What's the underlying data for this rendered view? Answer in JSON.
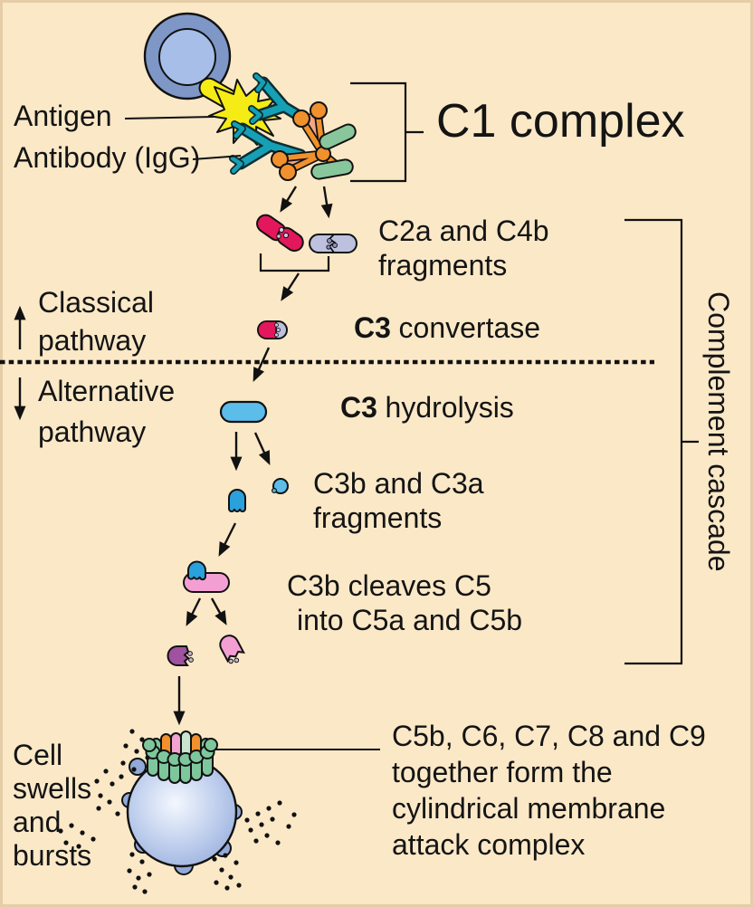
{
  "figure": "Complement cascade immune diagram",
  "colors": {
    "background": "#FAE8C7",
    "ink": "#111111",
    "host_cell_outer": "#7E97C7",
    "host_cell_inner": "#A6BEE8",
    "antigen_yellow": "#F6EC15",
    "antibody_teal": "#15A0B5",
    "c1q_orange": "#F0912D",
    "c1_salmon": "#F2A687",
    "c1_green_capsule": "#88C79B",
    "c2a_crimson": "#E3175B",
    "c4b_lavender": "#BDC1DF",
    "c3_blue": "#5CBCEA",
    "c3b_dark_blue": "#2AA0DC",
    "c5_pink": "#F49FD3",
    "c5b_purple": "#A0519F",
    "mac_green": "#7EC79D",
    "target_cell_edge": "#8FA6D6"
  },
  "labels": {
    "antigen": "Antigen",
    "antibody": "Antibody (IgG)",
    "c1_complex": "C1 complex",
    "c2a_c4b": [
      "C2a and C4b",
      "fragments"
    ],
    "c3_convertase": {
      "bold": "C3",
      "rest": "convertase"
    },
    "classical_pathway": [
      "Classical",
      "pathway"
    ],
    "alternative_pathway": [
      "Alternative",
      "pathway"
    ],
    "c3_hydrolysis": {
      "bold": "C3",
      "rest": "hydrolysis"
    },
    "c3b_c3a": [
      "C3b and C3a",
      "fragments"
    ],
    "c3b_cleaves": [
      "C3b cleaves C5",
      "into C5a and C5b"
    ],
    "cell_swells": [
      "Cell",
      "swells",
      "and",
      "bursts"
    ],
    "mac_description": [
      "C5b, C6, C7, C8 and C9",
      "together form the",
      "cylindrical membrane",
      "attack complex"
    ],
    "complement_cascade": "Complement cascade"
  }
}
